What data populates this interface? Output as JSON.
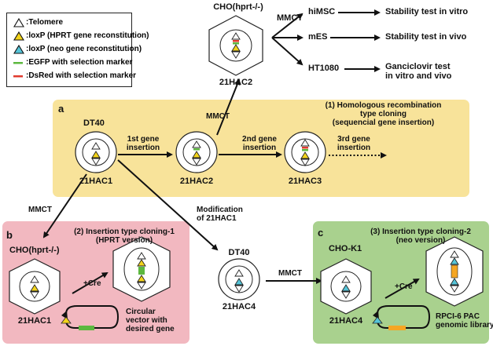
{
  "colors": {
    "yellow_box": "#f8e39a",
    "pink_box": "#f2b8c0",
    "green_box": "#a9d18e",
    "yellow_triangle": "#f2d31b",
    "cyan_triangle": "#55c4d8",
    "egfp": "#5cb83f",
    "dsred": "#e03a2e",
    "orange": "#f5a623"
  },
  "legend": {
    "items": [
      {
        "icon": "telomere-triangle-icon",
        "label": ":Telomere"
      },
      {
        "icon": "yellow-triangle-icon",
        "label": ":loxP (HPRT gene reconstitution)"
      },
      {
        "icon": "cyan-triangle-icon",
        "label": ":loxP (neo gene reconstitution)"
      },
      {
        "icon": "green-bar-icon",
        "label": ":EGFP with selection marker"
      },
      {
        "icon": "red-bar-icon",
        "label": ":DsRed with selection marker"
      }
    ]
  },
  "top": {
    "cho_label": "CHO(hprt-/-)",
    "cell_label": "21HAC2",
    "mmct_label": "MMCT",
    "targets": [
      {
        "name": "hiMSC",
        "result": "Stability test in vitro"
      },
      {
        "name": "mES",
        "result": "Stability test in vivo"
      },
      {
        "name": "HT1080",
        "result_lines": [
          "Ganciclovir test",
          "in vitro and vivo"
        ]
      }
    ]
  },
  "panel_a": {
    "letter": "a",
    "title_lines": [
      "(1) Homologous recombination",
      "type cloning",
      "(sequencial gene insertion)"
    ],
    "host": "DT40",
    "mmct_up": "MMCT",
    "cells": [
      "21HAC1",
      "21HAC2",
      "21HAC3"
    ],
    "step1_lines": [
      "1st gene",
      "insertion"
    ],
    "step2_lines": [
      "2nd gene",
      "insertion"
    ],
    "step3_lines": [
      "3rd gene",
      "insertion"
    ]
  },
  "middle": {
    "mmct_left": "MMCT",
    "modification_lines": [
      "Modification",
      "of 21HAC1"
    ],
    "host": "DT40",
    "cell": "21HAC4",
    "mmct_right": "MMCT"
  },
  "panel_b": {
    "letter": "b",
    "title_lines": [
      "(2) Insertion type cloning-1",
      "(HPRT version)"
    ],
    "host": "CHO(hprt-/-)",
    "cell": "21HAC1",
    "cre": "+Cre",
    "vector_lines": [
      "Circular",
      "vector with",
      "desired gene"
    ]
  },
  "panel_c": {
    "letter": "c",
    "title_lines": [
      "(3) Insertion type cloning-2",
      "(neo version)"
    ],
    "host": "CHO-K1",
    "cell": "21HAC4",
    "cre": "+Cre",
    "library_lines": [
      "RPCI-6 PAC",
      "genomic library"
    ]
  }
}
